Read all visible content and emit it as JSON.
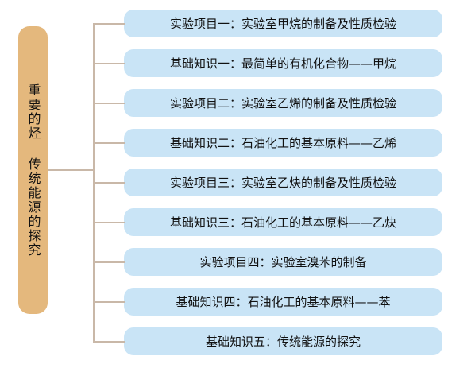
{
  "root": {
    "label": "重要的烃 传统能源的探究"
  },
  "branches": [
    "实验项目一：实验室甲烷的制备及性质检验",
    "基础知识一：最简单的有机化合物——甲烷",
    "实验项目二：实验室乙烯的制备及性质检验",
    "基础知识二：石油化工的基本原料——乙烯",
    "实验项目三：实验室乙炔的制备及性质检验",
    "基础知识三：石油化工的基本原料——乙炔",
    "实验项目四：实验室溴苯的制备",
    "基础知识四：石油化工的基本原料——苯",
    "基础知识五：传统能源的探究"
  ],
  "colors": {
    "root_fill": "#e4b87d",
    "branch_fill": "#c9e4f6",
    "connector": "#c9b8a8"
  }
}
